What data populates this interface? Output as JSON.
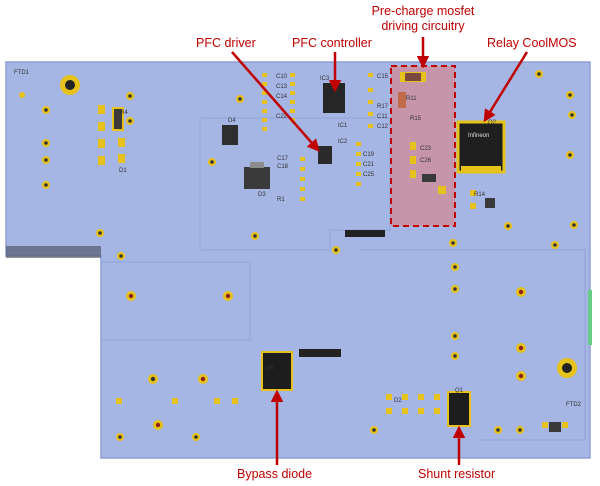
{
  "labels": {
    "pfc_driver": "PFC driver",
    "pfc_controller": "PFC controller",
    "precharge_line1": "Pre-charge mosfet",
    "precharge_line2": "driving circuitry",
    "relay": "Relay CoolMOS",
    "bypass_diode": "Bypass diode",
    "shunt_resistor": "Shunt resistor"
  },
  "silkscreen": {
    "ftd1": "FTD1",
    "ftd2": "FTD2",
    "ic1": "IC1",
    "ic2": "IC2",
    "ic3": "IC3",
    "d1": "D1",
    "d2": "D2",
    "d3": "D3",
    "d4": "D4",
    "d5": "D5",
    "d6": "D6",
    "r1": "R1",
    "r4": "R4",
    "r11": "R11",
    "r14": "R14",
    "r15": "R15",
    "r17": "R17",
    "c10": "C10",
    "c11": "C11",
    "c12": "C12",
    "c13": "C13",
    "c14": "C14",
    "c15": "C15",
    "c17": "C17",
    "c18": "C18",
    "c19": "C19",
    "c21": "C21",
    "c22": "C22",
    "c23": "C23",
    "c25": "C25",
    "c26": "C26",
    "q1": "Q1",
    "q2": "Q2",
    "infineon": "Infineon"
  },
  "colors": {
    "board": "#a6b6e4",
    "board_edge": "#8d9fd2",
    "annotation": "#c00000",
    "highlight_fill": "#e07a7a",
    "pad": "#e6c21a",
    "component": "#2a2a2a"
  }
}
